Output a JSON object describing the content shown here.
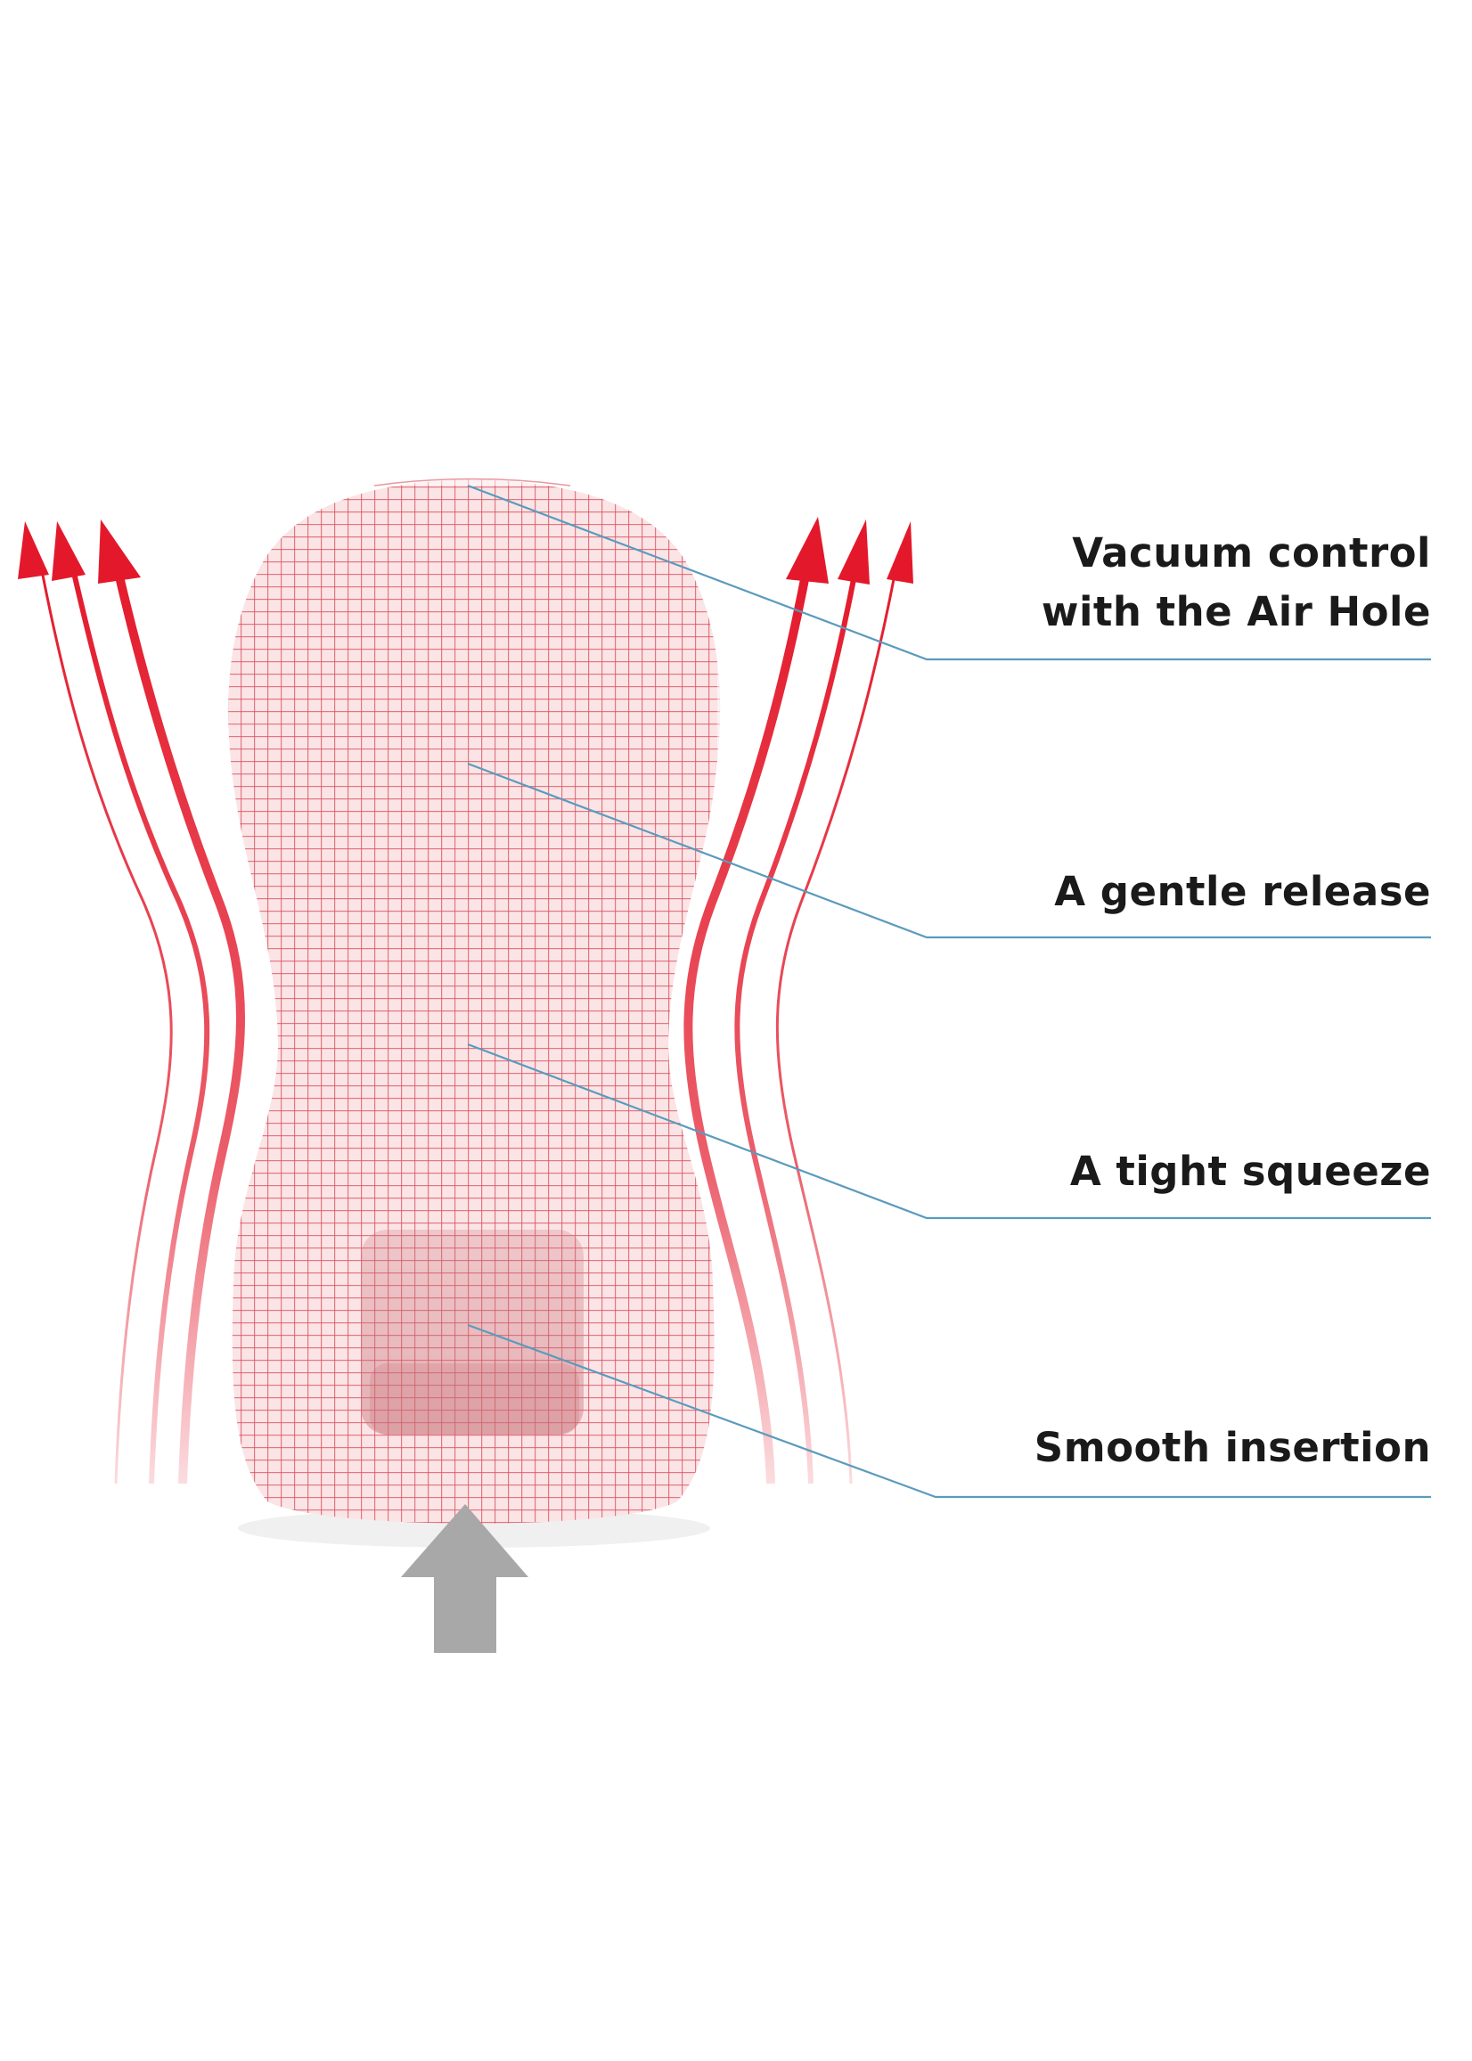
{
  "diagram": {
    "colors": {
      "background": "#ffffff",
      "grid_line": "#d9535e",
      "body_fill": "#fbe4e6",
      "flow_arrow": "#e3192b",
      "leader_line": "#5a9bbd",
      "push_arrow": "#a8a8a8",
      "label_text": "#1a1a1a"
    },
    "labels": [
      {
        "id": "vacuum",
        "lines": [
          "Vacuum control",
          "with the Air Hole"
        ]
      },
      {
        "id": "gentle",
        "lines": [
          "A gentle release"
        ]
      },
      {
        "id": "squeeze",
        "lines": [
          "A tight squeeze"
        ]
      },
      {
        "id": "smooth",
        "lines": [
          "Smooth insertion"
        ]
      }
    ],
    "icons": {
      "left_flow": "three red upward curved arrows (air outflow, left)",
      "right_flow": "three red upward curved arrows (air outflow, right)",
      "push": "grey upward block arrow (insertion)"
    }
  }
}
